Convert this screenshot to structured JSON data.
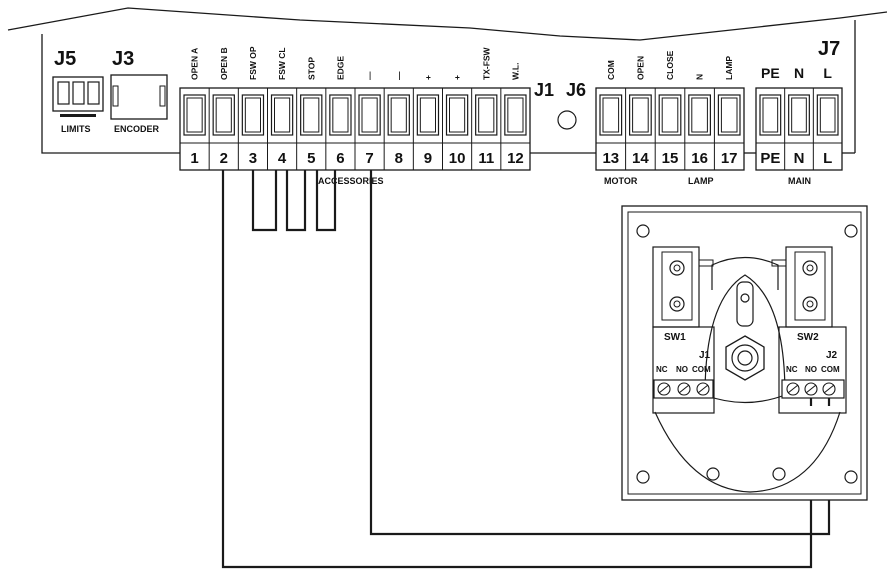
{
  "connectors": {
    "j5": "J5",
    "j3": "J3",
    "j1": "J1",
    "j6": "J6",
    "j7": "J7",
    "limits": "LIMITS",
    "encoder": "ENCODER"
  },
  "terminal_block_1": {
    "top_labels": [
      "OPEN A",
      "OPEN B",
      "FSW OP",
      "FSW CL",
      "STOP",
      "EDGE",
      "—",
      "—",
      "+",
      "+",
      "TX-FSW",
      "W.L."
    ],
    "numbers": [
      "1",
      "2",
      "3",
      "4",
      "5",
      "6",
      "7",
      "8",
      "9",
      "10",
      "11",
      "12"
    ],
    "group_label": "ACCESSORIES"
  },
  "terminal_block_2": {
    "top_labels": [
      "COM",
      "OPEN",
      "CLOSE",
      "N",
      "LAMP"
    ],
    "numbers": [
      "13",
      "14",
      "15",
      "16",
      "17"
    ],
    "group_labels": [
      "MOTOR",
      "LAMP"
    ]
  },
  "terminal_block_3": {
    "top_labels": [
      "PE",
      "N",
      "L"
    ],
    "numbers": [
      "PE",
      "N",
      "L"
    ],
    "group_label": "MAIN"
  },
  "limit_switch_box": {
    "sw1": "SW1",
    "sw2": "SW2",
    "j1": "J1",
    "j2": "J2",
    "left_terms": [
      "NC",
      "NO",
      "COM"
    ],
    "right_terms": [
      "NC",
      "NO",
      "COM"
    ]
  },
  "colors": {
    "line": "#1a1a1a",
    "background": "#ffffff"
  }
}
